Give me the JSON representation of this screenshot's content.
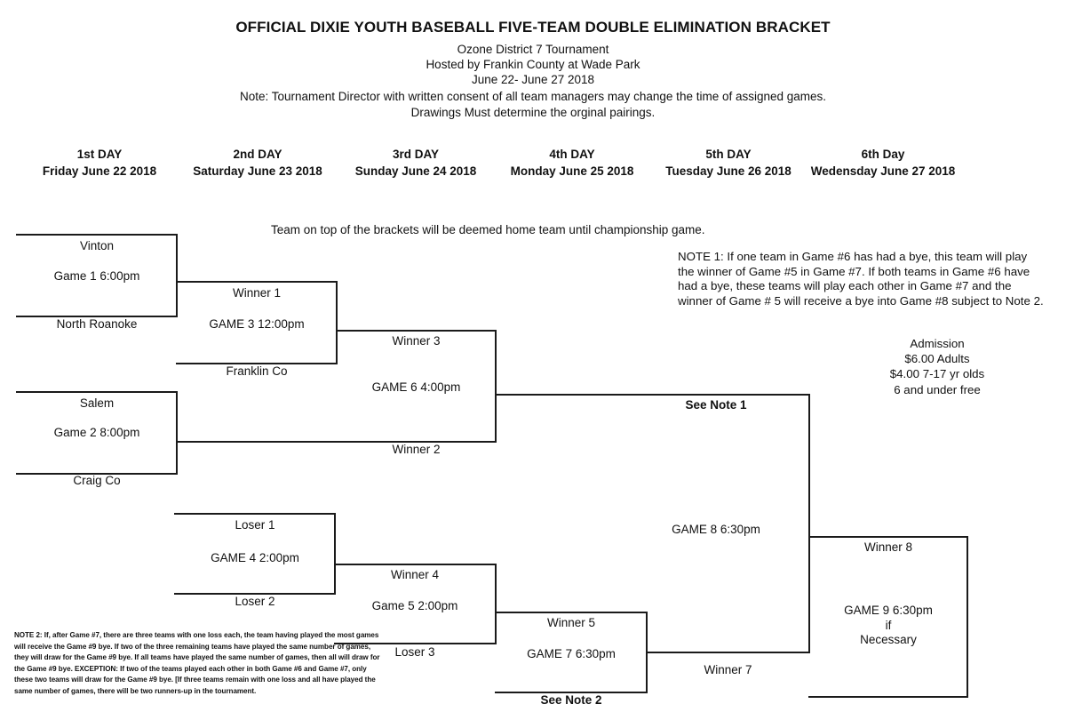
{
  "header": {
    "title": "OFFICIAL DIXIE YOUTH BASEBALL FIVE-TEAM DOUBLE ELIMINATION BRACKET",
    "line1": "Ozone District 7 Tournament",
    "line2": "Hosted by Frankin County at Wade Park",
    "line3": "June 22- June 27 2018",
    "line4": "Note: Tournament Director with written consent of all team managers may change the time of assigned games.",
    "line5": "Drawings Must determine the orginal pairings."
  },
  "days": [
    {
      "name": "1st DAY",
      "date": "Friday June 22 2018"
    },
    {
      "name": "2nd DAY",
      "date": "Saturday June 23 2018"
    },
    {
      "name": "3rd DAY",
      "date": "Sunday June 24 2018"
    },
    {
      "name": "4th DAY",
      "date": "Monday June 25 2018"
    },
    {
      "name": "5th DAY",
      "date": "Tuesday June 26 2018"
    },
    {
      "name": "6th Day",
      "date": "Wedensday June 27 2018"
    }
  ],
  "helper_text": "Team on top of the brackets will be deemed home team until championship game.",
  "note1": "NOTE  1:  If one team in Game #6 has had a bye, this team will play the winner of Game #5 in Game #7.  If both teams in Game #6 have had a bye, these teams will play each other in Game #7 and the winner of Game # 5 will receive a bye into Game #8 subject to Note 2.",
  "admission": {
    "title": "Admission",
    "adults": "$6.00 Adults",
    "youth": "$4.00 7-17 yr olds",
    "free": "6 and under free"
  },
  "note2": "NOTE  2:  If, after Game #7, there are three teams with one loss each, the team having played the most games will receive the Game #9 bye.  If two of the three remaining teams have played the same number of games, they will draw for the Game #9 bye.  If all teams have played the same number of games, then all will draw for the Game #9 bye.  EXCEPTION:  If two of the teams played each other in both Game #6 and Game #7, only these two teams will draw for the Game #9 bye.  [If three teams remain with one loss and all have played the same number of games, there will be two runners-up in the tournament.",
  "bracket": {
    "game1": {
      "top_team": "Vinton",
      "label": "Game 1 6:00pm",
      "bottom_team": "North Roanoke"
    },
    "game2": {
      "top_team": "Salem",
      "label": "Game 2 8:00pm",
      "bottom_team": "Craig Co"
    },
    "game3": {
      "top_team": "Winner 1",
      "label": "GAME 3 12:00pm",
      "bottom_team": "Franklin Co"
    },
    "game6": {
      "top_team": "Winner 3",
      "label": "GAME 6 4:00pm",
      "bottom_team": "Winner 2"
    },
    "game4": {
      "top_team": "Loser 1",
      "label": "GAME 4 2:00pm",
      "bottom_team": "Loser 2"
    },
    "game5": {
      "top_team": "Winner 4",
      "label": "Game 5 2:00pm",
      "bottom_team": "Loser 3"
    },
    "game7": {
      "top_team": "Winner 5",
      "label": "GAME 7 6:30pm",
      "bottom_team": "See Note 2"
    },
    "game8": {
      "top_team": "See Note 1",
      "label": "GAME 8 6:30pm",
      "bottom_team": "Winner 7"
    },
    "game9": {
      "top_team": "Winner 8",
      "label_line1": "GAME 9 6:30pm",
      "label_line2": "if",
      "label_line3": "Necessary"
    }
  }
}
